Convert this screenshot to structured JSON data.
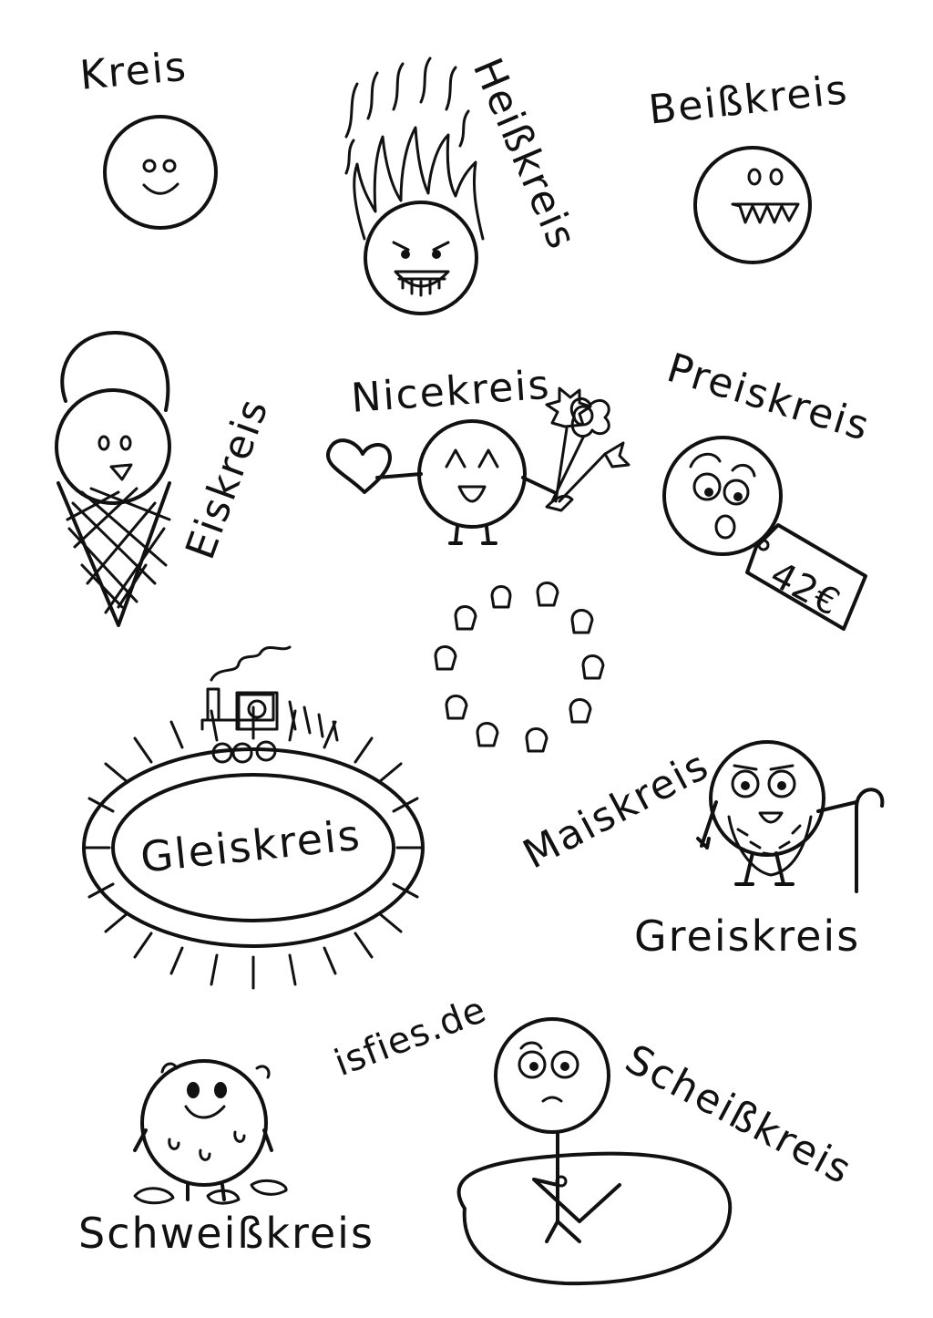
{
  "labels": {
    "kreis": "Kreis",
    "heisskreis": "Heißkreis",
    "beisskreis": "Beißkreis",
    "eiskreis": "Eiskreis",
    "nicekreis": "Nicekreis",
    "preiskreis": "Preiskreis",
    "price_tag": "42€",
    "gleiskreis": "Gleiskreis",
    "maiskreis": "Maiskreis",
    "greiskreis": "Greiskreis",
    "website": "isfies.de",
    "schweisskreis": "Schweißkreis",
    "scheisskreis": "Scheißkreis"
  },
  "icons": {
    "kreis": "smiling-circle-icon",
    "heisskreis": "flaming-circle-icon",
    "beisskreis": "biting-circle-icon",
    "eiskreis": "ice-cream-cone-icon",
    "nicekreis": "circle-with-heart-and-flowers-icon",
    "preiskreis": "circle-with-price-tag-icon",
    "gleiskreis": "oval-railway-track-with-train-icon",
    "maiskreis": "ring-of-corn-kernels-icon",
    "greiskreis": "old-bearded-circle-with-cane-icon",
    "schweisskreis": "sweating-circle-icon",
    "scheisskreis": "circle-sitting-on-poop-icon"
  },
  "colors": {
    "ink": "#111111",
    "paper": "#ffffff"
  }
}
